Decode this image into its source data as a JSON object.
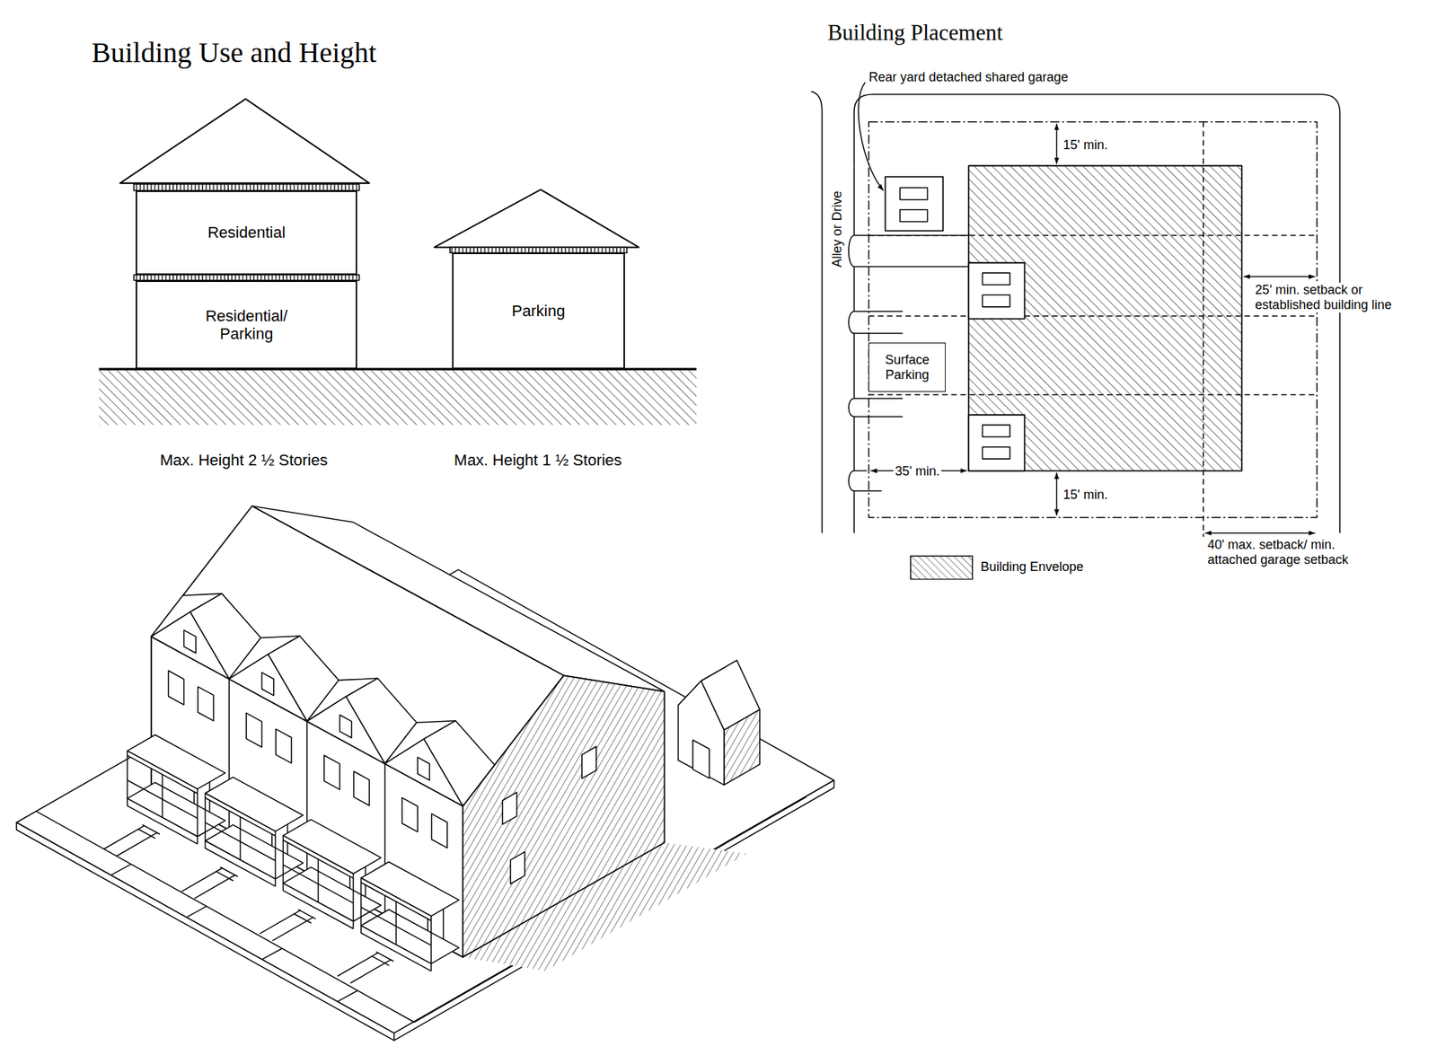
{
  "diagram": {
    "nodes": [
      {
        "text": [
          "Residential"
        ]
      },
      {
        "text": [
          "Residential/ Parking"
        ]
      },
      {
        "text": [
          "Parking"
        ]
      },
      {
        "text": [
          "Surface Parking"
        ]
      }
    ],
    "labels": [
      "Building Use and Height",
      "Building Placement",
      "Max. Height 2 ½ Stories",
      "Max. Height 1 ½ Stories",
      "Rear yard detached shared garage",
      "15' min.",
      "Alley or Drive",
      "25' min. setback or established building line",
      "35' min.",
      "15' min.",
      "40' max. setback/ min. attached garage setback"
    ],
    "legend": [
      {
        "text": "Building Envelope"
      }
    ]
  }
}
